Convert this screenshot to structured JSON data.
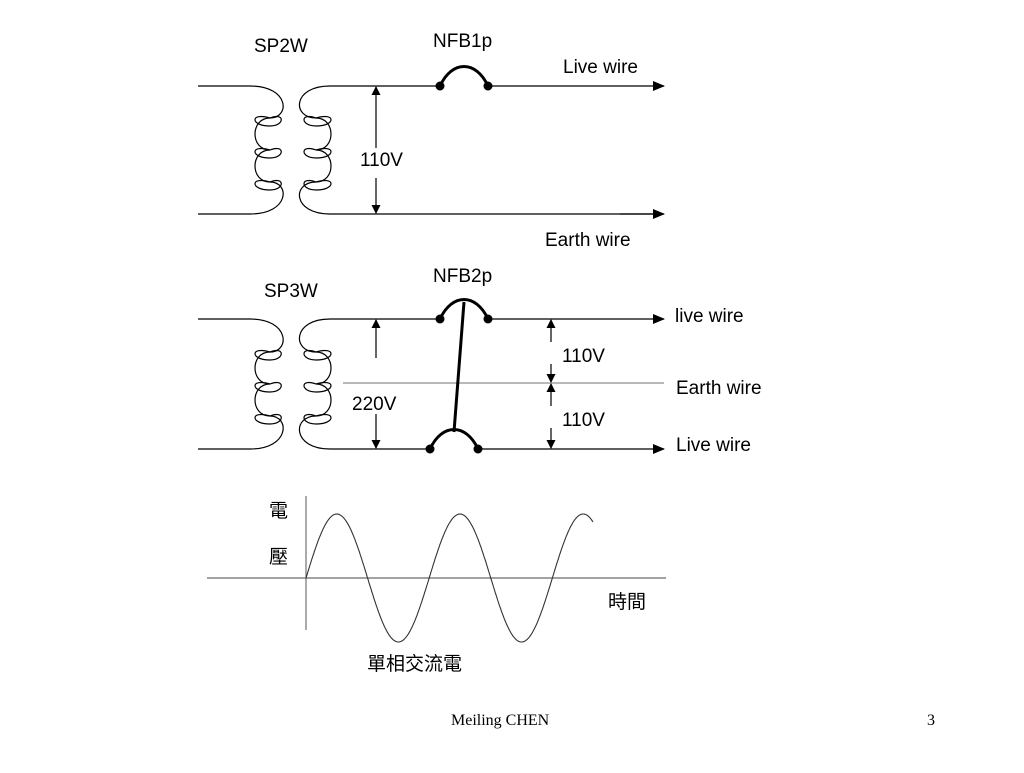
{
  "sp2w": {
    "title": "SP2W",
    "breaker": "NFB1p",
    "live_label": "Live wire",
    "voltage": "110V",
    "earth_label": "Earth wire"
  },
  "sp3w": {
    "title": "SP3W",
    "breaker": "NFB2p",
    "live_top_label": "live wire",
    "voltage_top": "110V",
    "earth_label": "Earth wire",
    "voltage_total": "220V",
    "voltage_bottom": "110V",
    "live_bottom_label": "Live wire"
  },
  "waveform": {
    "y_label_1": "電",
    "y_label_2": "壓",
    "x_label": "時間",
    "caption": "單相交流電"
  },
  "footer": {
    "author": "Meiling CHEN",
    "page_number": "3"
  }
}
